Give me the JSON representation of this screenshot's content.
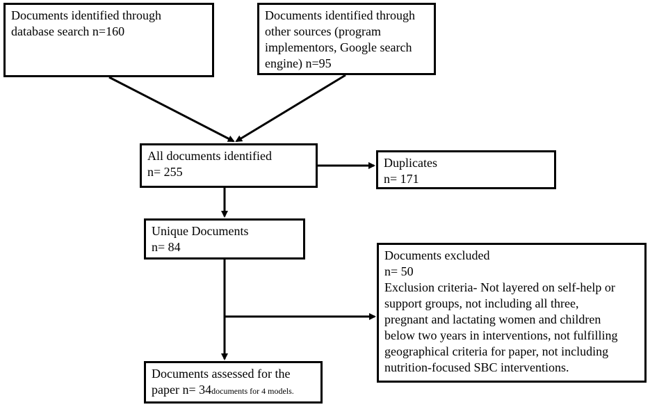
{
  "flowchart": {
    "db_search": {
      "line1": "Documents identified through",
      "line2": "database search n=160"
    },
    "other_sources": {
      "line1": "Documents identified through",
      "line2": "other sources (program",
      "line3": "implementors, Google search",
      "line4": "engine)  n=95"
    },
    "all_identified": {
      "line1": "All documents identified",
      "line2": "n= 255"
    },
    "duplicates": {
      "line1": "Duplicates",
      "line2": "n= 171"
    },
    "unique": {
      "line1": "Unique Documents",
      "line2": "n= 84"
    },
    "excluded": {
      "line1": "Documents excluded",
      "line2": "n= 50",
      "line3": "Exclusion criteria- Not layered on self-help or",
      "line4": "support groups, not including all three,",
      "line5": "pregnant and lactating women  and children",
      "line6": "below two years in interventions, not fulfilling",
      "line7": "geographical criteria for paper, not including",
      "line8": "nutrition-focused SBC interventions."
    },
    "assessed": {
      "line1": "Documents assessed for the",
      "line2": "paper  n= 34",
      "line2_small": "documents for 4 models."
    }
  }
}
